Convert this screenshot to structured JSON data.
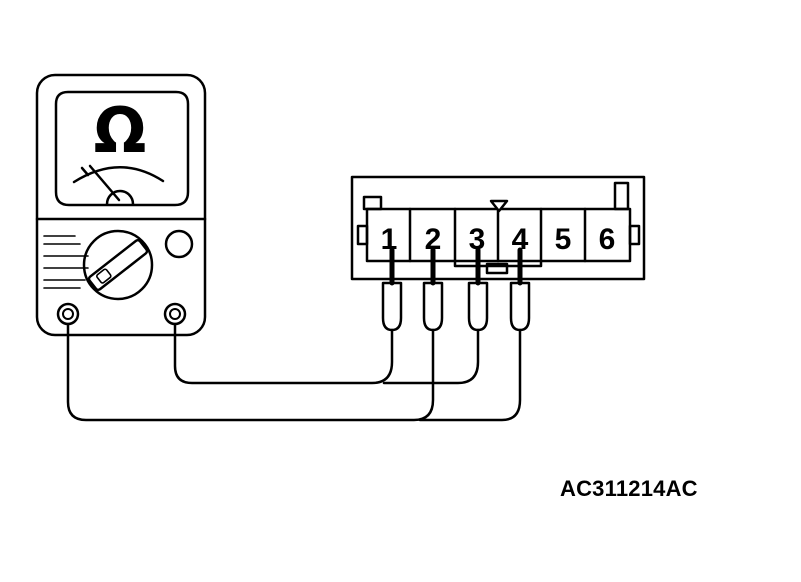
{
  "meter": {
    "unit_symbol": "Ω",
    "icon": "ohmmeter-icon"
  },
  "connector": {
    "pins": [
      "1",
      "2",
      "3",
      "4",
      "5",
      "6"
    ],
    "icon": "six-pin-connector-icon"
  },
  "probes": [
    {
      "pin": "1",
      "lead": "right-terminal"
    },
    {
      "pin": "2",
      "lead": "left-terminal"
    },
    {
      "pin": "3",
      "lead": "right-terminal"
    },
    {
      "pin": "4",
      "lead": "left-terminal"
    }
  ],
  "figure_code": "AC311214AC",
  "colors": {
    "line": "#000000",
    "background": "#ffffff"
  }
}
